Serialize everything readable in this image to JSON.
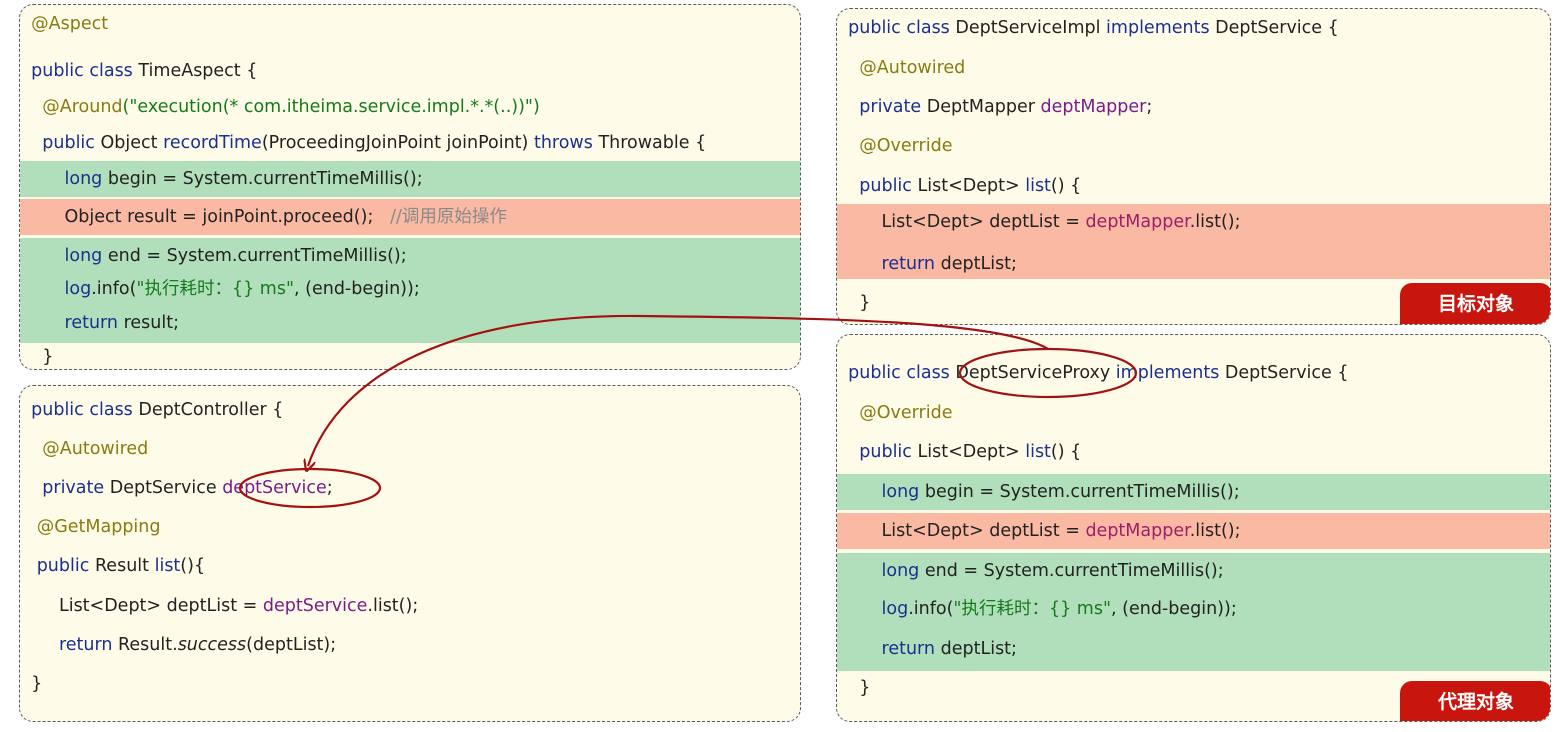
{
  "aspect": {
    "annotation": "@Aspect",
    "class_kw": "public class",
    "class_name": "TimeAspect {",
    "around_ann": "@Around",
    "around_expr": "(\"execution(* com.itheima.service.impl.*.*(..))\")",
    "method_kw": "public",
    "method_ret": "Object",
    "method_name": "recordTime",
    "method_params": "(ProceedingJoinPoint joinPoint)",
    "throws_kw": "throws",
    "throws_rest": "Throwable {",
    "begin_kw": "long",
    "begin_rest": "begin = System.currentTimeMillis();",
    "proceed_code": "Object result = joinPoint.proceed();",
    "proceed_comment": "//调用原始操作",
    "end_kw": "long",
    "end_rest": "end = System.currentTimeMillis();",
    "log_name": "log",
    "log_info": ".info(",
    "log_str": "\"执行耗时：{} ms\"",
    "log_rest": ", (end-begin));",
    "return_kw": "return",
    "return_rest": "result;",
    "close_brace": "}"
  },
  "controller": {
    "class_kw": "public class",
    "class_name": "DeptController {",
    "autowired": "@Autowired",
    "private_kw": "private",
    "field_type": "DeptService",
    "field_name": "deptService",
    "field_semi": ";",
    "getmapping": "@GetMapping",
    "method_kw": "public",
    "method_ret": "Result",
    "method_name": "list",
    "method_rest": "(){",
    "list_decl": "List<Dept> deptList = ",
    "list_call_obj": "deptService",
    "list_call_rest": ".list();",
    "return_kw": "return",
    "return_obj": "Result.",
    "return_method": "success",
    "return_args": "(deptList);",
    "close_brace": "}"
  },
  "impl": {
    "class_kw": "public class",
    "class_name": "DeptServiceImpl",
    "implements_kw": "implements",
    "iface": "DeptService {",
    "autowired": "@Autowired",
    "private_kw": "private",
    "field_type": "DeptMapper",
    "field_name": "deptMapper",
    "field_semi": ";",
    "override": "@Override",
    "method_kw": "public",
    "method_ret": "List<Dept>",
    "method_name": "list",
    "method_rest": "() {",
    "list_decl": "List<Dept> deptList = ",
    "list_obj": "deptMapper",
    "list_rest": ".list();",
    "return_kw": "return",
    "return_rest": "deptList;",
    "close_brace": "}",
    "badge": "目标对象"
  },
  "proxy": {
    "class_kw": "public class",
    "class_name": "DeptServiceProxy",
    "implements_kw": "implements",
    "iface": "DeptService {",
    "override": "@Override",
    "method_kw": "public",
    "method_ret": "List<Dept>",
    "method_name": "list",
    "method_rest": "() {",
    "begin_kw": "long",
    "begin_rest": "begin = System.currentTimeMillis();",
    "list_decl": "List<Dept> deptList = ",
    "list_obj": "deptMapper",
    "list_rest": ".list();",
    "end_kw": "long",
    "end_rest": "end = System.currentTimeMillis();",
    "log_name": "log",
    "log_info": ".info(",
    "log_str": "\"执行耗时：{} ms\"",
    "log_rest": ", (end-begin));",
    "return_kw": "return",
    "return_rest": "deptList;",
    "close_brace": "}",
    "badge": "代理对象"
  },
  "colors": {
    "keyword": "#1b2f8f",
    "annotation": "#8a7a12",
    "string": "#157a1c",
    "field": "#7a1b8a",
    "mapper": "#a01d6a",
    "green_highlight": "#b2dfbb",
    "salmon_highlight": "#f9b9a3",
    "badge": "#c8160e",
    "arrow": "#a31212"
  }
}
